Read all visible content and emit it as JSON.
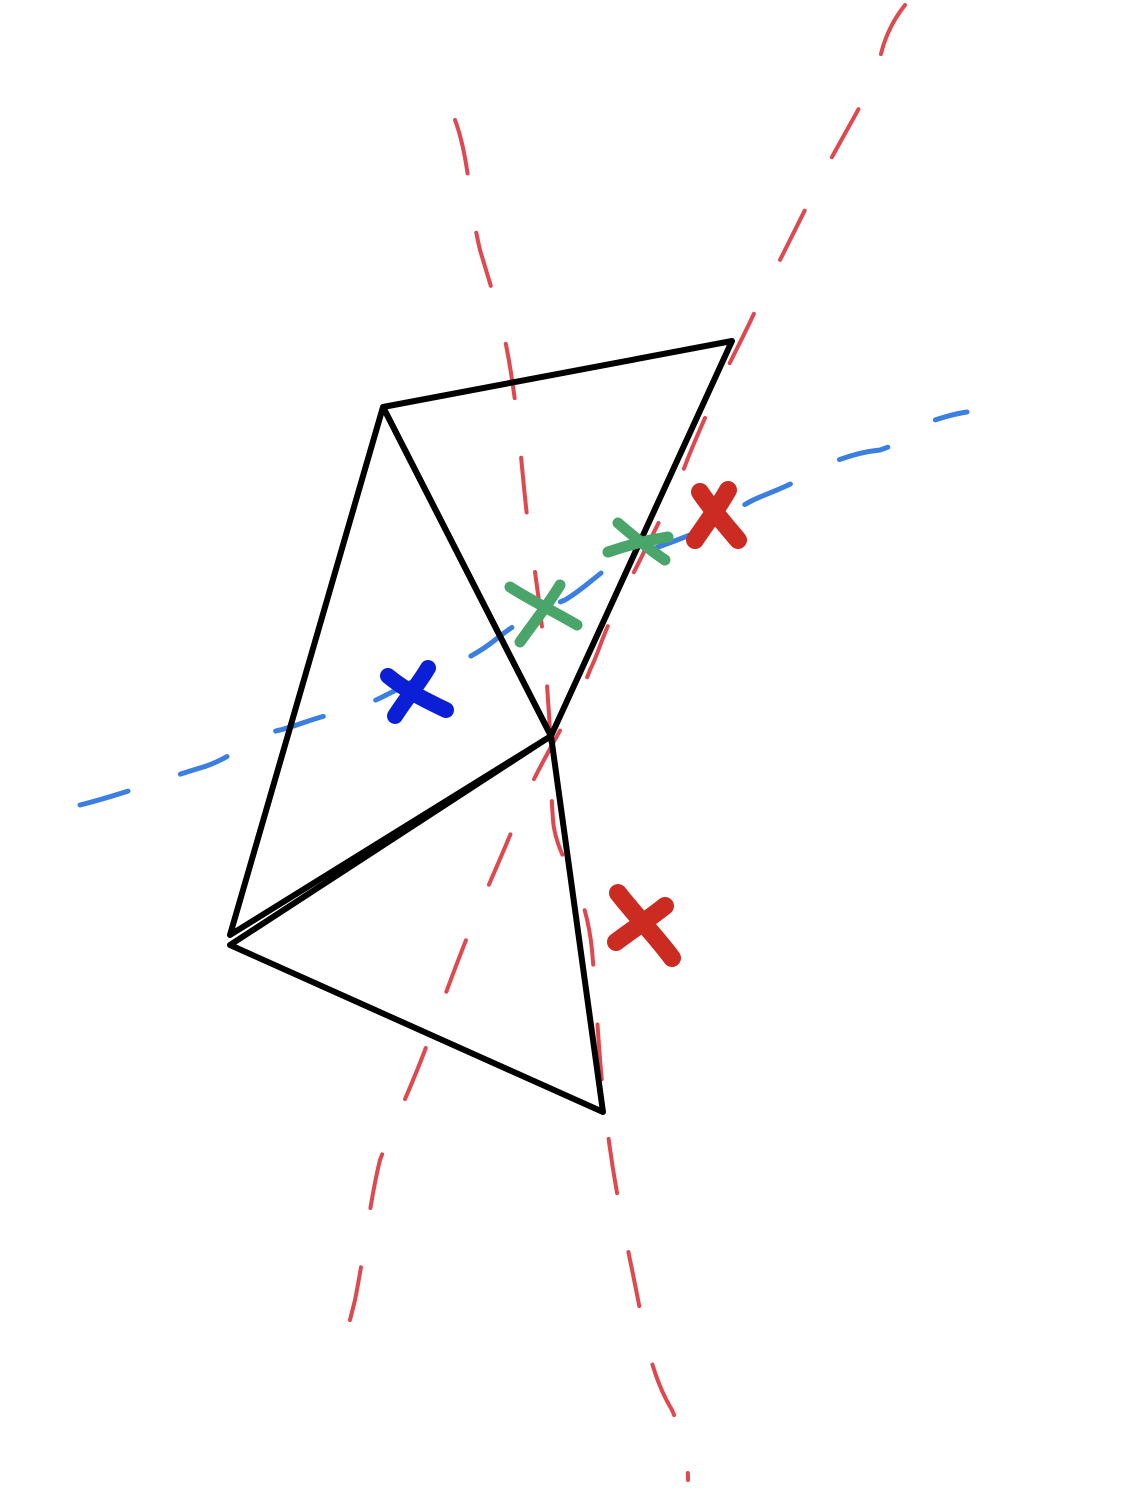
{
  "colors": {
    "background": "#ffffff",
    "triangle_edges": "#000000",
    "red_dashed_curves": "#e0484f",
    "blue_dashed_curve": "#3b7fe0",
    "blue_marker": "#0b1fd6",
    "green_markers": "#4aa56a",
    "red_markers": "#cc2b22"
  },
  "legend": [],
  "markers": [
    {
      "kind": "cross",
      "color": "blue"
    },
    {
      "kind": "cross",
      "color": "green"
    },
    {
      "kind": "cross",
      "color": "green"
    },
    {
      "kind": "cross",
      "color": "red"
    },
    {
      "kind": "cross",
      "color": "red"
    }
  ]
}
